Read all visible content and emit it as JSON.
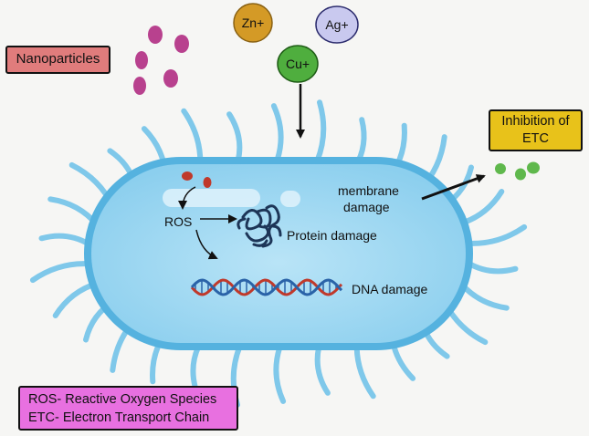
{
  "labels": {
    "nanoparticles": "Nanoparticles",
    "zn_ion": "Zn+",
    "ag_ion": "Ag+",
    "cu_ion": "Cu+",
    "ros": "ROS",
    "protein_damage": "Protein damage",
    "dna_damage": "DNA damage",
    "membrane_damage_line1": "membrane",
    "membrane_damage_line2": "damage",
    "etc_line1": "Inhibition of",
    "etc_line2": "ETC"
  },
  "legend": [
    "ROS- Reactive Oxygen Species",
    "ETC- Electron Transport Chain"
  ],
  "colors": {
    "nanoparticles_box": "#e07c7c",
    "nanoparticle_dots": "#b8418e",
    "zn_ion": "#d49a26",
    "ag_ion": "#c9c9ef",
    "cu_ion": "#4fae3e",
    "cell_body": "#9ed8f2",
    "cell_border": "#55b2df",
    "ros_dots": "#c0392b",
    "etc_box": "#e8c21a",
    "etc_dots": "#5fb84c",
    "legend_box": "#e870e0",
    "dna_strand_red": "#c0392b",
    "dna_strand_blue": "#2a63a8",
    "protein_tangle": "#1d3557"
  }
}
